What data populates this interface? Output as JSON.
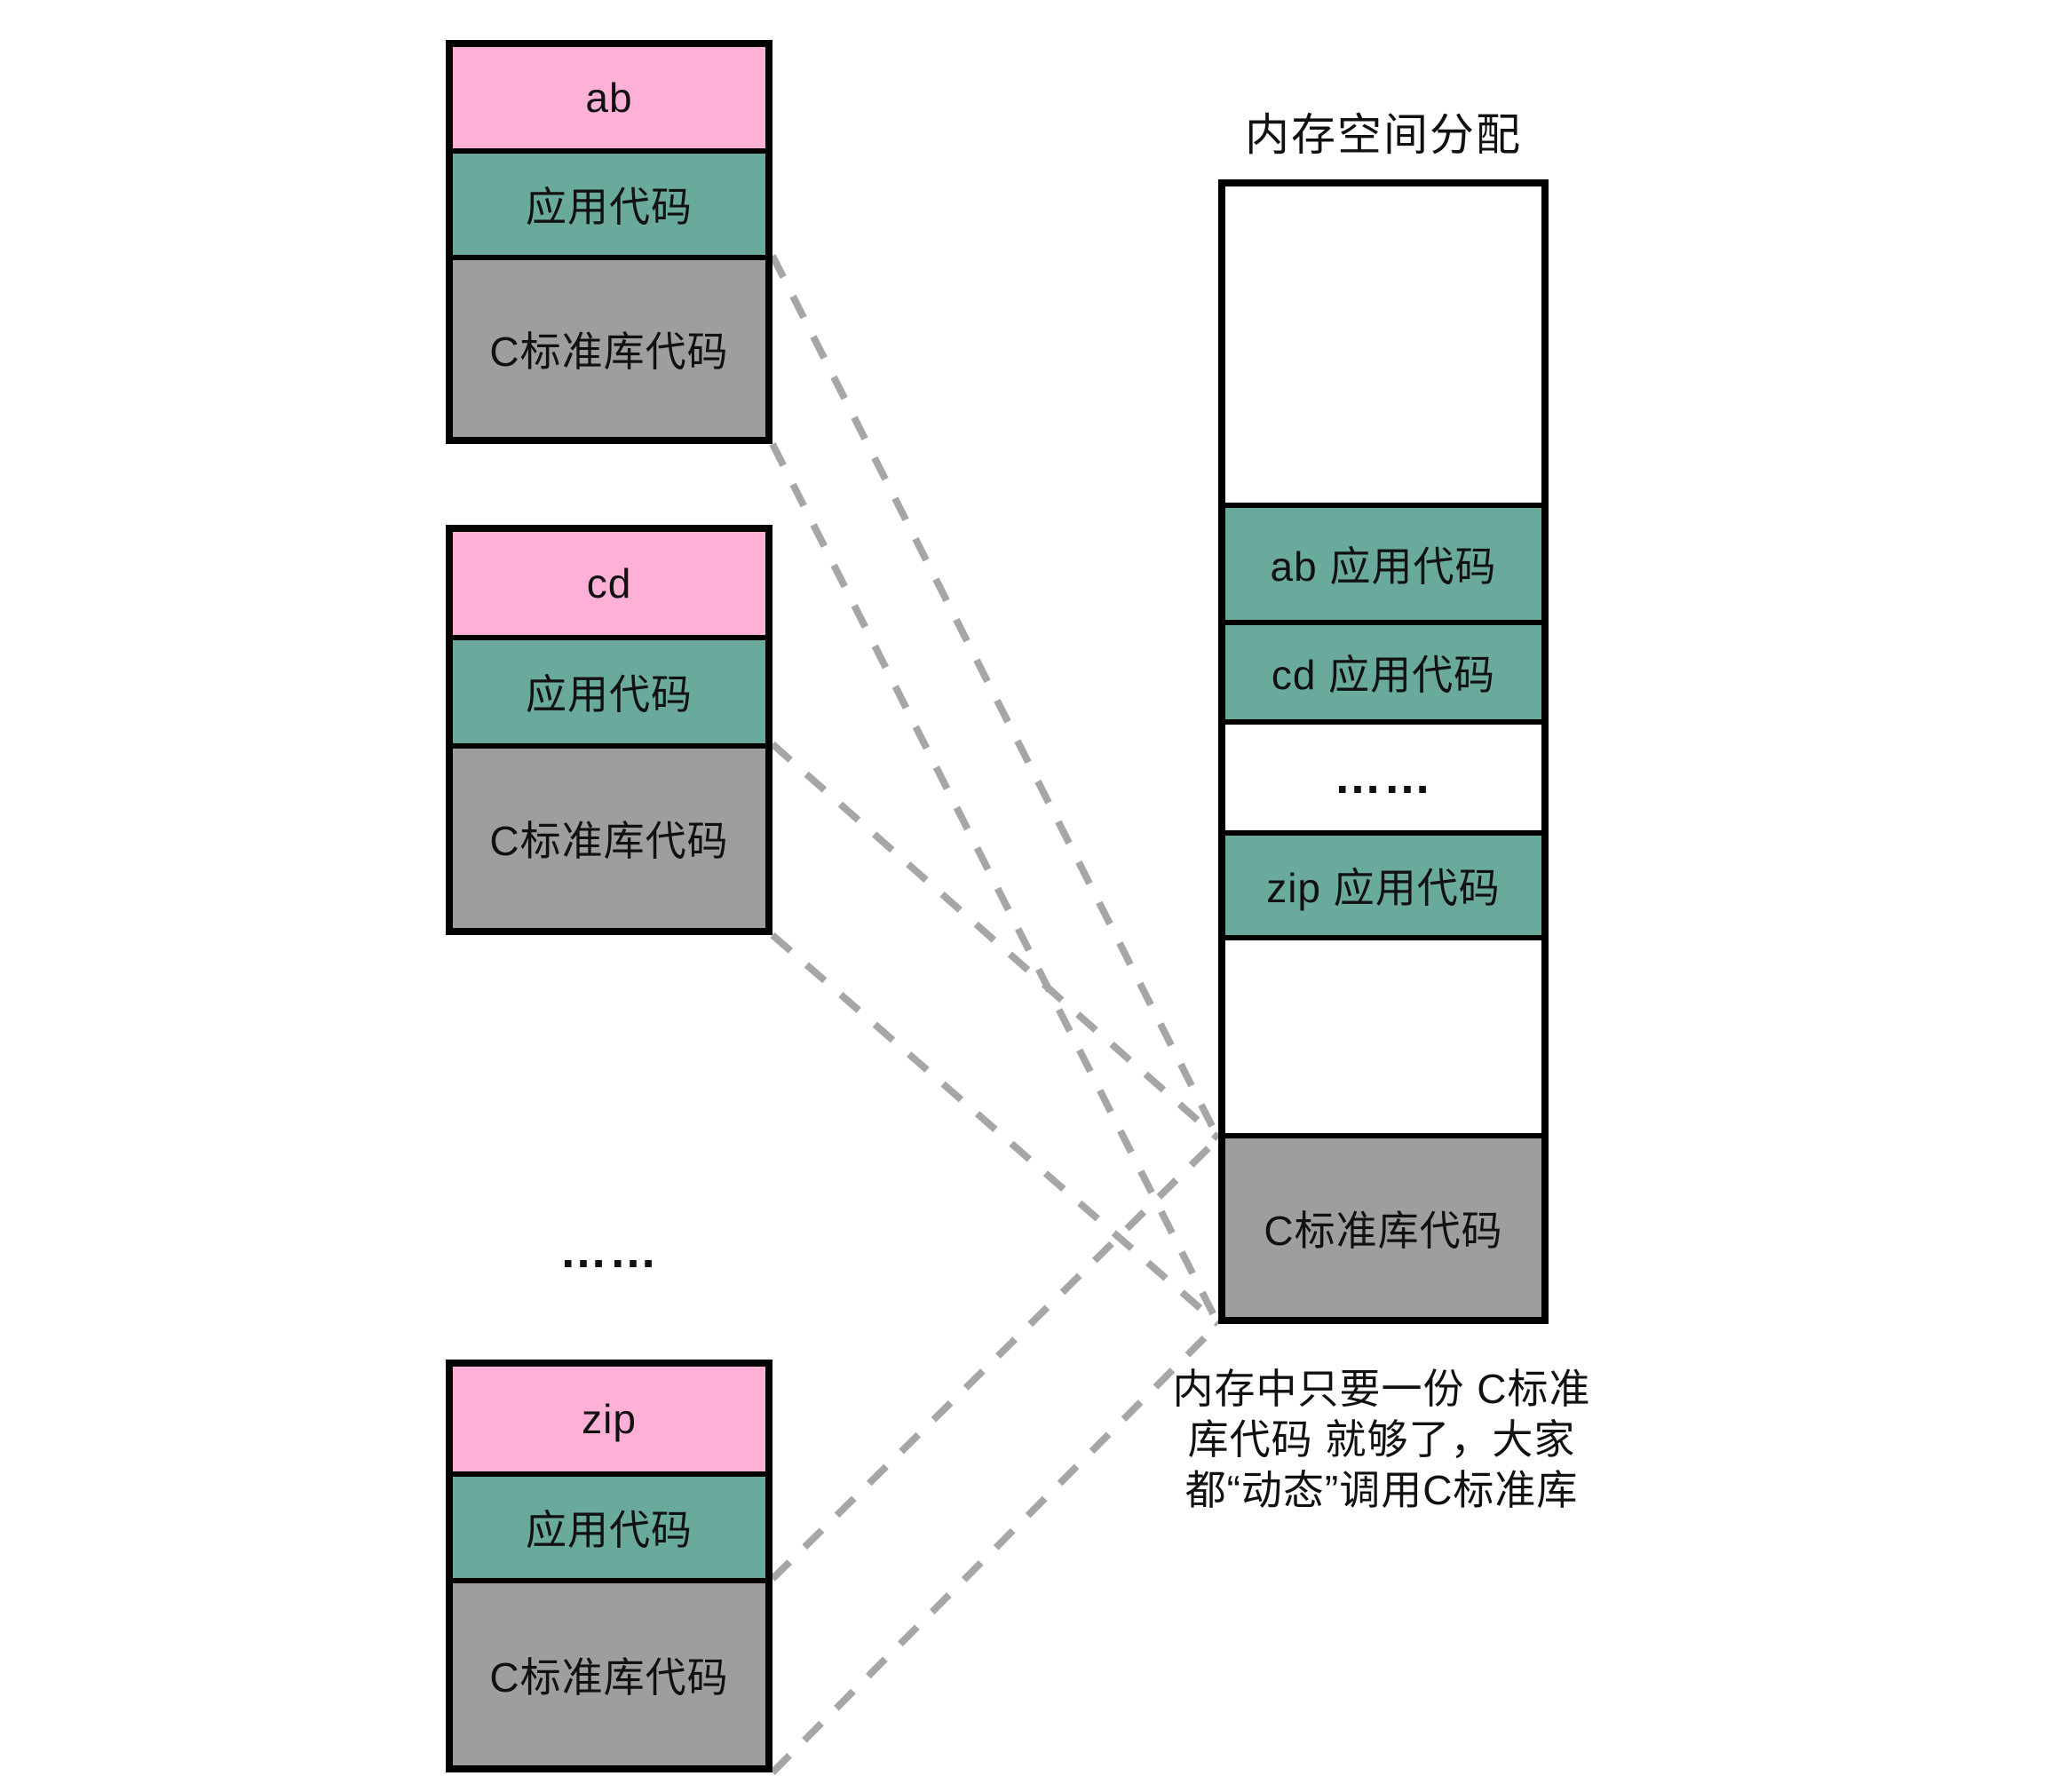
{
  "colors": {
    "program_name_bg": "#FFB0D6",
    "app_code_bg": "#69AA9D",
    "c_lib_bg": "#9E9E9E",
    "border": "#000000",
    "connector": "#A6A6A6",
    "text": "#111111",
    "background": "#FFFFFF"
  },
  "programs": [
    {
      "name": "ab",
      "app_label": "应用代码",
      "lib_label": "C标准库代码"
    },
    {
      "name": "cd",
      "app_label": "应用代码",
      "lib_label": "C标准库代码"
    },
    {
      "name": "zip",
      "app_label": "应用代码",
      "lib_label": "C标准库代码"
    }
  ],
  "left_ellipsis": "……",
  "memory": {
    "title": "内存空间分配",
    "sections": [
      {
        "id": "empty-top",
        "label": ""
      },
      {
        "id": "ab-app",
        "label": "ab 应用代码"
      },
      {
        "id": "cd-app",
        "label": "cd 应用代码"
      },
      {
        "id": "ellipsis",
        "label": "……"
      },
      {
        "id": "zip-app",
        "label": "zip 应用代码"
      },
      {
        "id": "empty-mid",
        "label": ""
      },
      {
        "id": "c-lib",
        "label": "C标准库代码"
      }
    ]
  },
  "annotation": {
    "lines": [
      "内存中只要一份 C标准",
      "库代码 就够了，大家",
      "都“动态”调用C标准库"
    ]
  },
  "connections": [
    {
      "from": "ab C标准库代码",
      "to": "内存 C标准库代码"
    },
    {
      "from": "cd C标准库代码",
      "to": "内存 C标准库代码"
    },
    {
      "from": "zip C标准库代码",
      "to": "内存 C标准库代码"
    }
  ]
}
